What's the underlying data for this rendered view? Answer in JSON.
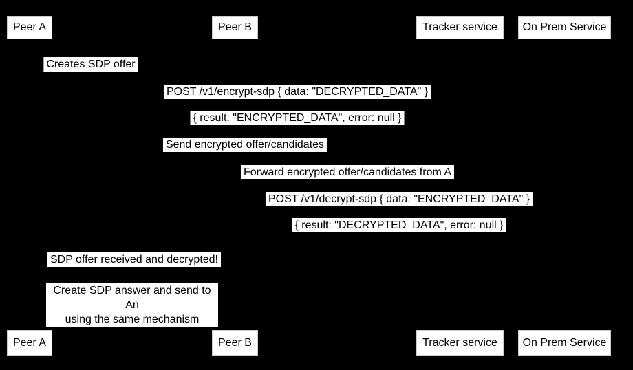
{
  "diagram": {
    "type": "sequence",
    "background_color": "#000000",
    "label_background": "#ffffff",
    "text_color": "#000000"
  },
  "participants": [
    {
      "id": "peer-a",
      "label": "Peer A"
    },
    {
      "id": "peer-b",
      "label": "Peer B"
    },
    {
      "id": "tracker",
      "label": "Tracker service"
    },
    {
      "id": "onprem",
      "label": "On Prem Service"
    }
  ],
  "messages": [
    {
      "label": "Creates SDP offer",
      "from": "Peer A",
      "to": "Peer A"
    },
    {
      "label": "POST /v1/encrypt-sdp { data: \"DECRYPTED_DATA\" }",
      "from": "Peer A",
      "to": "On Prem Service"
    },
    {
      "label": "{ result: \"ENCRYPTED_DATA\", error: null }",
      "from": "On Prem Service",
      "to": "Peer A"
    },
    {
      "label": "Send encrypted offer/candidates",
      "from": "Peer A",
      "to": "Tracker service"
    },
    {
      "label": "Forward encrypted offer/candidates from A",
      "from": "Tracker service",
      "to": "Peer B"
    },
    {
      "label": "POST /v1/decrypt-sdp { data: \"ENCRYPTED_DATA\" }",
      "from": "Peer B",
      "to": "On Prem Service"
    },
    {
      "label": "{ result: \"DECRYPTED_DATA\", error: null }",
      "from": "On Prem Service",
      "to": "Peer B"
    },
    {
      "label": "SDP offer received and decrypted!",
      "from": "Peer B",
      "to": "Peer A"
    },
    {
      "type": "note",
      "label_line1": "Create SDP answer and send to An",
      "label_line2": "using the same mechanism"
    }
  ]
}
